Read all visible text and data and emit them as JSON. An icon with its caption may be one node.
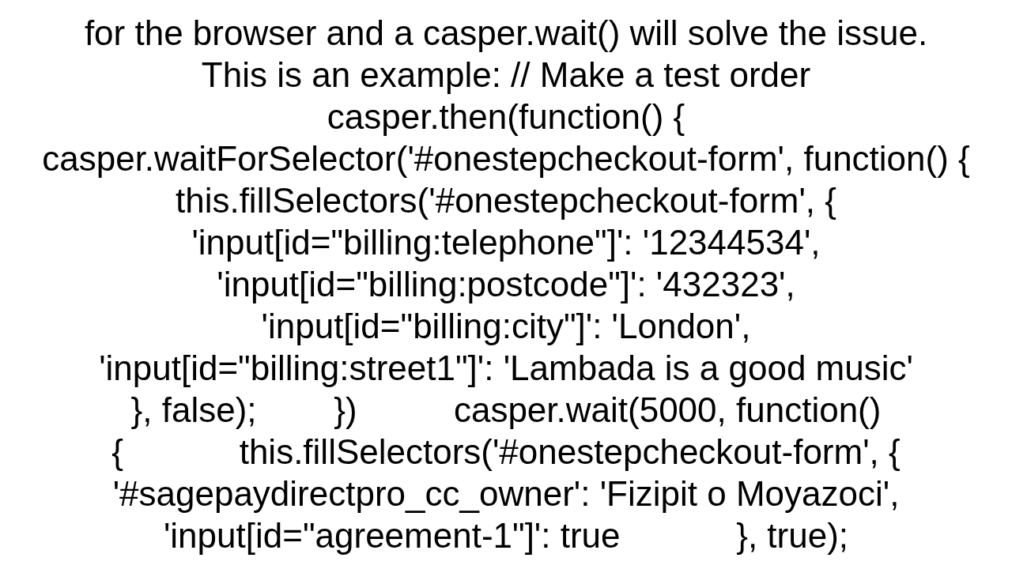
{
  "diagram": {
    "labels": [
      "for the browser and a casper.wait() will solve the issue.",
      "This is an example: // Make a test order",
      "casper.then(function() {",
      "casper.waitForSelector('#onestepcheckout-form', function() {",
      "this.fillSelectors('#onestepcheckout-form', {",
      "'input[id=\"billing:telephone\"]': '12344534',",
      "'input[id=\"billing:postcode\"]': '432323',",
      "'input[id=\"billing:city\"]': 'London',",
      "'input[id=\"billing:street1\"]': 'Lambada is a good music'",
      "}, false);        })          casper.wait(5000, function()",
      "{            this.fillSelectors('#onestepcheckout-form', {",
      "'#sagepaydirectpro_cc_owner': 'Fizipit o Moyazoci',",
      "'input[id=\"agreement-1\"]': true            }, true);"
    ]
  }
}
